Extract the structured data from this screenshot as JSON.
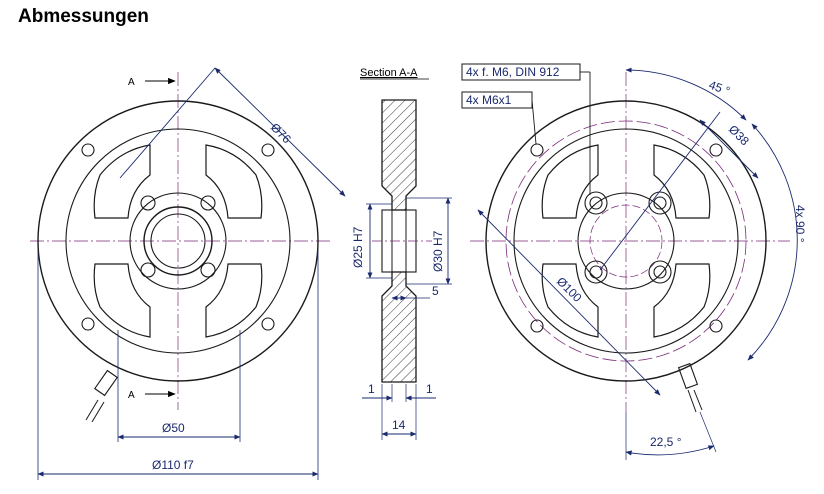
{
  "title": "Abmessungen",
  "section_label": "Section A-A",
  "section_marker": "A",
  "callouts": {
    "counterbore": "4x f. M6, DIN 912",
    "thread": "4x M6x1"
  },
  "dimensions": {
    "d76": "Ø76",
    "d50": "Ø50",
    "d110": "Ø110 f7",
    "d25": "Ø25 H7",
    "d30": "Ø30 H7",
    "d5": "5",
    "d1a": "1",
    "d1b": "1",
    "d14": "14",
    "d38": "Ø38",
    "d100": "Ø100",
    "a45": "45 °",
    "a90": "4x 90 °",
    "a22": "22,5 °"
  },
  "colors": {
    "line": "#1a1a1a",
    "dimension": "#1a2a6e",
    "centerline": "#7a2a7a"
  }
}
